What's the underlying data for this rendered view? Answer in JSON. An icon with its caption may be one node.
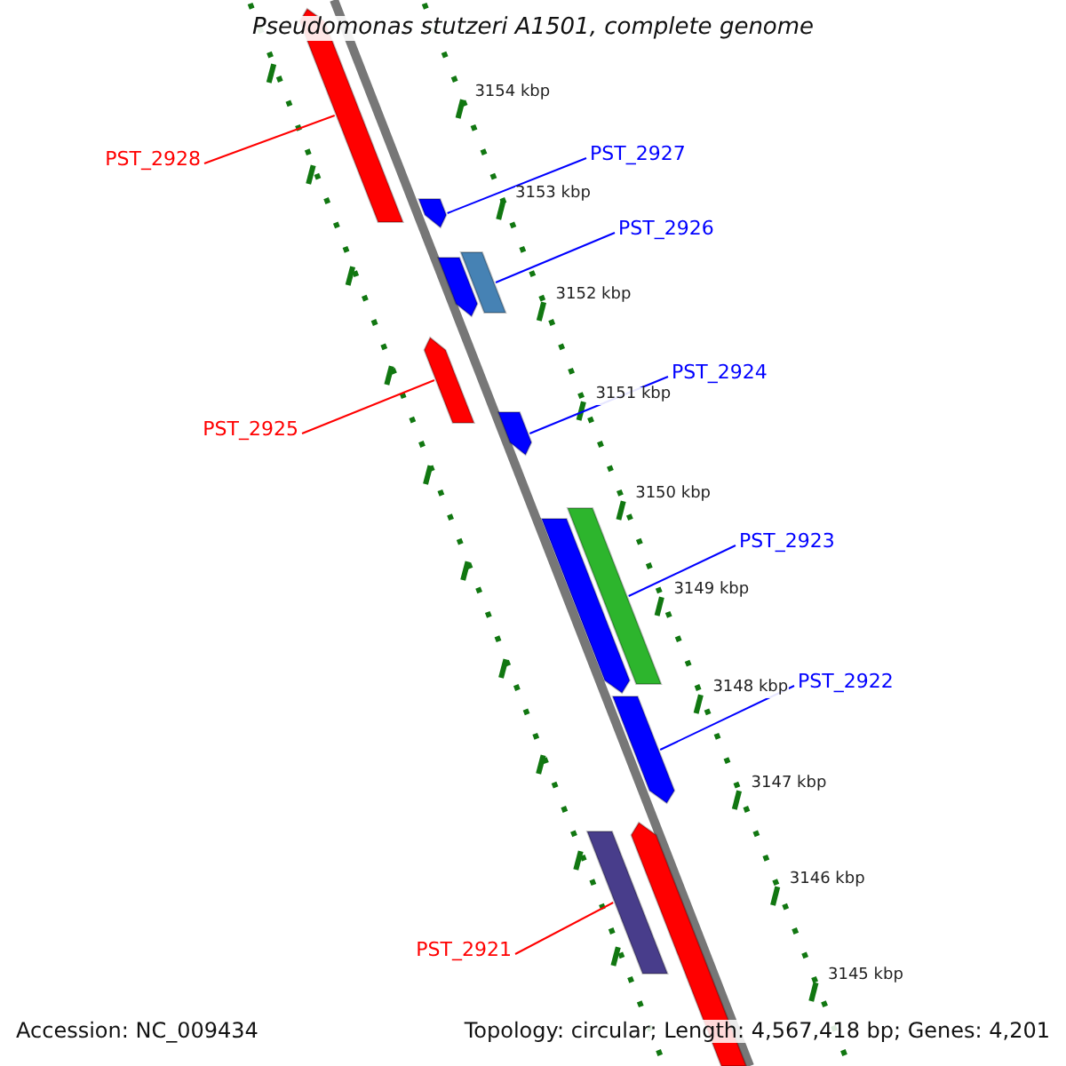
{
  "diagram": {
    "title": "Pseudomonas stutzeri A1501, complete genome",
    "nodes": [
      {
        "text": [
          "PST_2927"
        ]
      },
      {
        "text": [
          "PST_2928"
        ]
      },
      {
        "text": [],
        "shape": "bar"
      },
      {
        "text": [],
        "shape": "bar"
      },
      {
        "text": [
          "PST_2926"
        ]
      },
      {
        "text": [],
        "shape": "bar"
      },
      {
        "text": [],
        "shape": "bar"
      },
      {
        "text": [],
        "shape": "bar"
      },
      {
        "text": [
          "PST_2924"
        ]
      },
      {
        "text": [
          "PST_2925"
        ]
      },
      {
        "text": [],
        "shape": "bar"
      },
      {
        "text": [],
        "shape": "bar"
      },
      {
        "text": [],
        "shape": "bar"
      },
      {
        "text": [
          "PST_2923"
        ]
      },
      {
        "text": [
          "PST_2922"
        ]
      },
      {
        "text": [],
        "shape": "bar"
      },
      {
        "text": [],
        "shape": "bar"
      },
      {
        "text": [],
        "shape": "bar"
      },
      {
        "text": [
          "PST_2921"
        ]
      }
    ],
    "edges": [
      {
        "from": 1,
        "to": 2,
        "arrow": "none",
        "color": "#ff0000"
      },
      {
        "from": 0,
        "to": 3,
        "arrow": "none"
      },
      {
        "from": 4,
        "to": 6,
        "arrow": "none"
      },
      {
        "from": 9,
        "to": 7,
        "arrow": "none",
        "color": "#ff0000"
      },
      {
        "from": 8,
        "to": 10,
        "arrow": "none"
      },
      {
        "from": 13,
        "to": 11,
        "arrow": "none"
      },
      {
        "from": 14,
        "to": 15,
        "arrow": "none"
      },
      {
        "from": 18,
        "to": 17,
        "arrow": "none",
        "color": "#ff0000"
      }
    ],
    "labels": [
      "3154 kbp",
      "3153 kbp",
      "3152 kbp",
      "3151 kbp",
      "3150 kbp",
      "3149 kbp",
      "3148 kbp",
      "3147 kbp",
      "3146 kbp",
      "3145 kbp",
      "Accession: NC_009434",
      "Topology: circular; Length: 4,567,418 bp; Genes: 4,201"
    ]
  }
}
